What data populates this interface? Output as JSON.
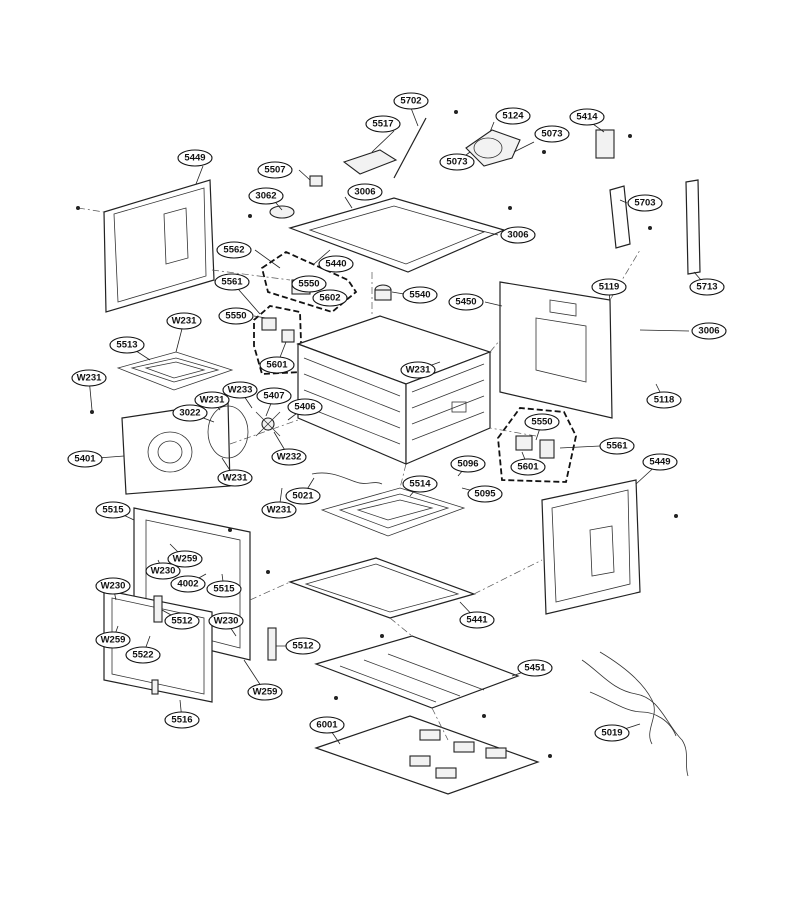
{
  "callouts": [
    {
      "id": "c5702",
      "label": "5702"
    },
    {
      "id": "c5124",
      "label": "5124"
    },
    {
      "id": "c5517",
      "label": "5517"
    },
    {
      "id": "c5414",
      "label": "5414"
    },
    {
      "id": "c5073a",
      "label": "5073"
    },
    {
      "id": "c5073b",
      "label": "5073"
    },
    {
      "id": "c5449a",
      "label": "5449"
    },
    {
      "id": "c5507",
      "label": "5507"
    },
    {
      "id": "c3062",
      "label": "3062"
    },
    {
      "id": "c3006a",
      "label": "3006"
    },
    {
      "id": "c3006b",
      "label": "3006"
    },
    {
      "id": "c5703",
      "label": "5703"
    },
    {
      "id": "c5562",
      "label": "5562"
    },
    {
      "id": "c5440",
      "label": "5440"
    },
    {
      "id": "c5561a",
      "label": "5561"
    },
    {
      "id": "c5550a",
      "label": "5550"
    },
    {
      "id": "c5602",
      "label": "5602"
    },
    {
      "id": "c5540",
      "label": "5540"
    },
    {
      "id": "c5450",
      "label": "5450"
    },
    {
      "id": "c5119",
      "label": "5119"
    },
    {
      "id": "c5713",
      "label": "5713"
    },
    {
      "id": "cw231a",
      "label": "W231"
    },
    {
      "id": "c5550b",
      "label": "5550"
    },
    {
      "id": "c3006c",
      "label": "3006"
    },
    {
      "id": "c5513",
      "label": "5513"
    },
    {
      "id": "c5601a",
      "label": "5601"
    },
    {
      "id": "cw231b",
      "label": "W231"
    },
    {
      "id": "cw231c",
      "label": "W231"
    },
    {
      "id": "cw233",
      "label": "W233"
    },
    {
      "id": "c5407",
      "label": "5407"
    },
    {
      "id": "cw231d",
      "label": "W231"
    },
    {
      "id": "c5118",
      "label": "5118"
    },
    {
      "id": "c3022",
      "label": "3022"
    },
    {
      "id": "c5406",
      "label": "5406"
    },
    {
      "id": "c5550c",
      "label": "5550"
    },
    {
      "id": "c5401",
      "label": "5401"
    },
    {
      "id": "cw232",
      "label": "W232"
    },
    {
      "id": "c5561b",
      "label": "5561"
    },
    {
      "id": "c5601b",
      "label": "5601"
    },
    {
      "id": "c5449b",
      "label": "5449"
    },
    {
      "id": "cw231e",
      "label": "W231"
    },
    {
      "id": "c5096",
      "label": "5096"
    },
    {
      "id": "c5514",
      "label": "5514"
    },
    {
      "id": "c5021",
      "label": "5021"
    },
    {
      "id": "c5095",
      "label": "5095"
    },
    {
      "id": "cw231f",
      "label": "W231"
    },
    {
      "id": "c5515a",
      "label": "5515"
    },
    {
      "id": "cw259a",
      "label": "W259"
    },
    {
      "id": "cw230a",
      "label": "W230"
    },
    {
      "id": "c4002",
      "label": "4002"
    },
    {
      "id": "c5515b",
      "label": "5515"
    },
    {
      "id": "cw230b",
      "label": "W230"
    },
    {
      "id": "c5512a",
      "label": "5512"
    },
    {
      "id": "c5441",
      "label": "5441"
    },
    {
      "id": "cw230c",
      "label": "W230"
    },
    {
      "id": "cw259b",
      "label": "W259"
    },
    {
      "id": "c5522",
      "label": "5522"
    },
    {
      "id": "c5512b",
      "label": "5512"
    },
    {
      "id": "c5451",
      "label": "5451"
    },
    {
      "id": "cw259c",
      "label": "W259"
    },
    {
      "id": "c5516",
      "label": "5516"
    },
    {
      "id": "c6001",
      "label": "6001"
    },
    {
      "id": "c5019",
      "label": "5019"
    }
  ]
}
